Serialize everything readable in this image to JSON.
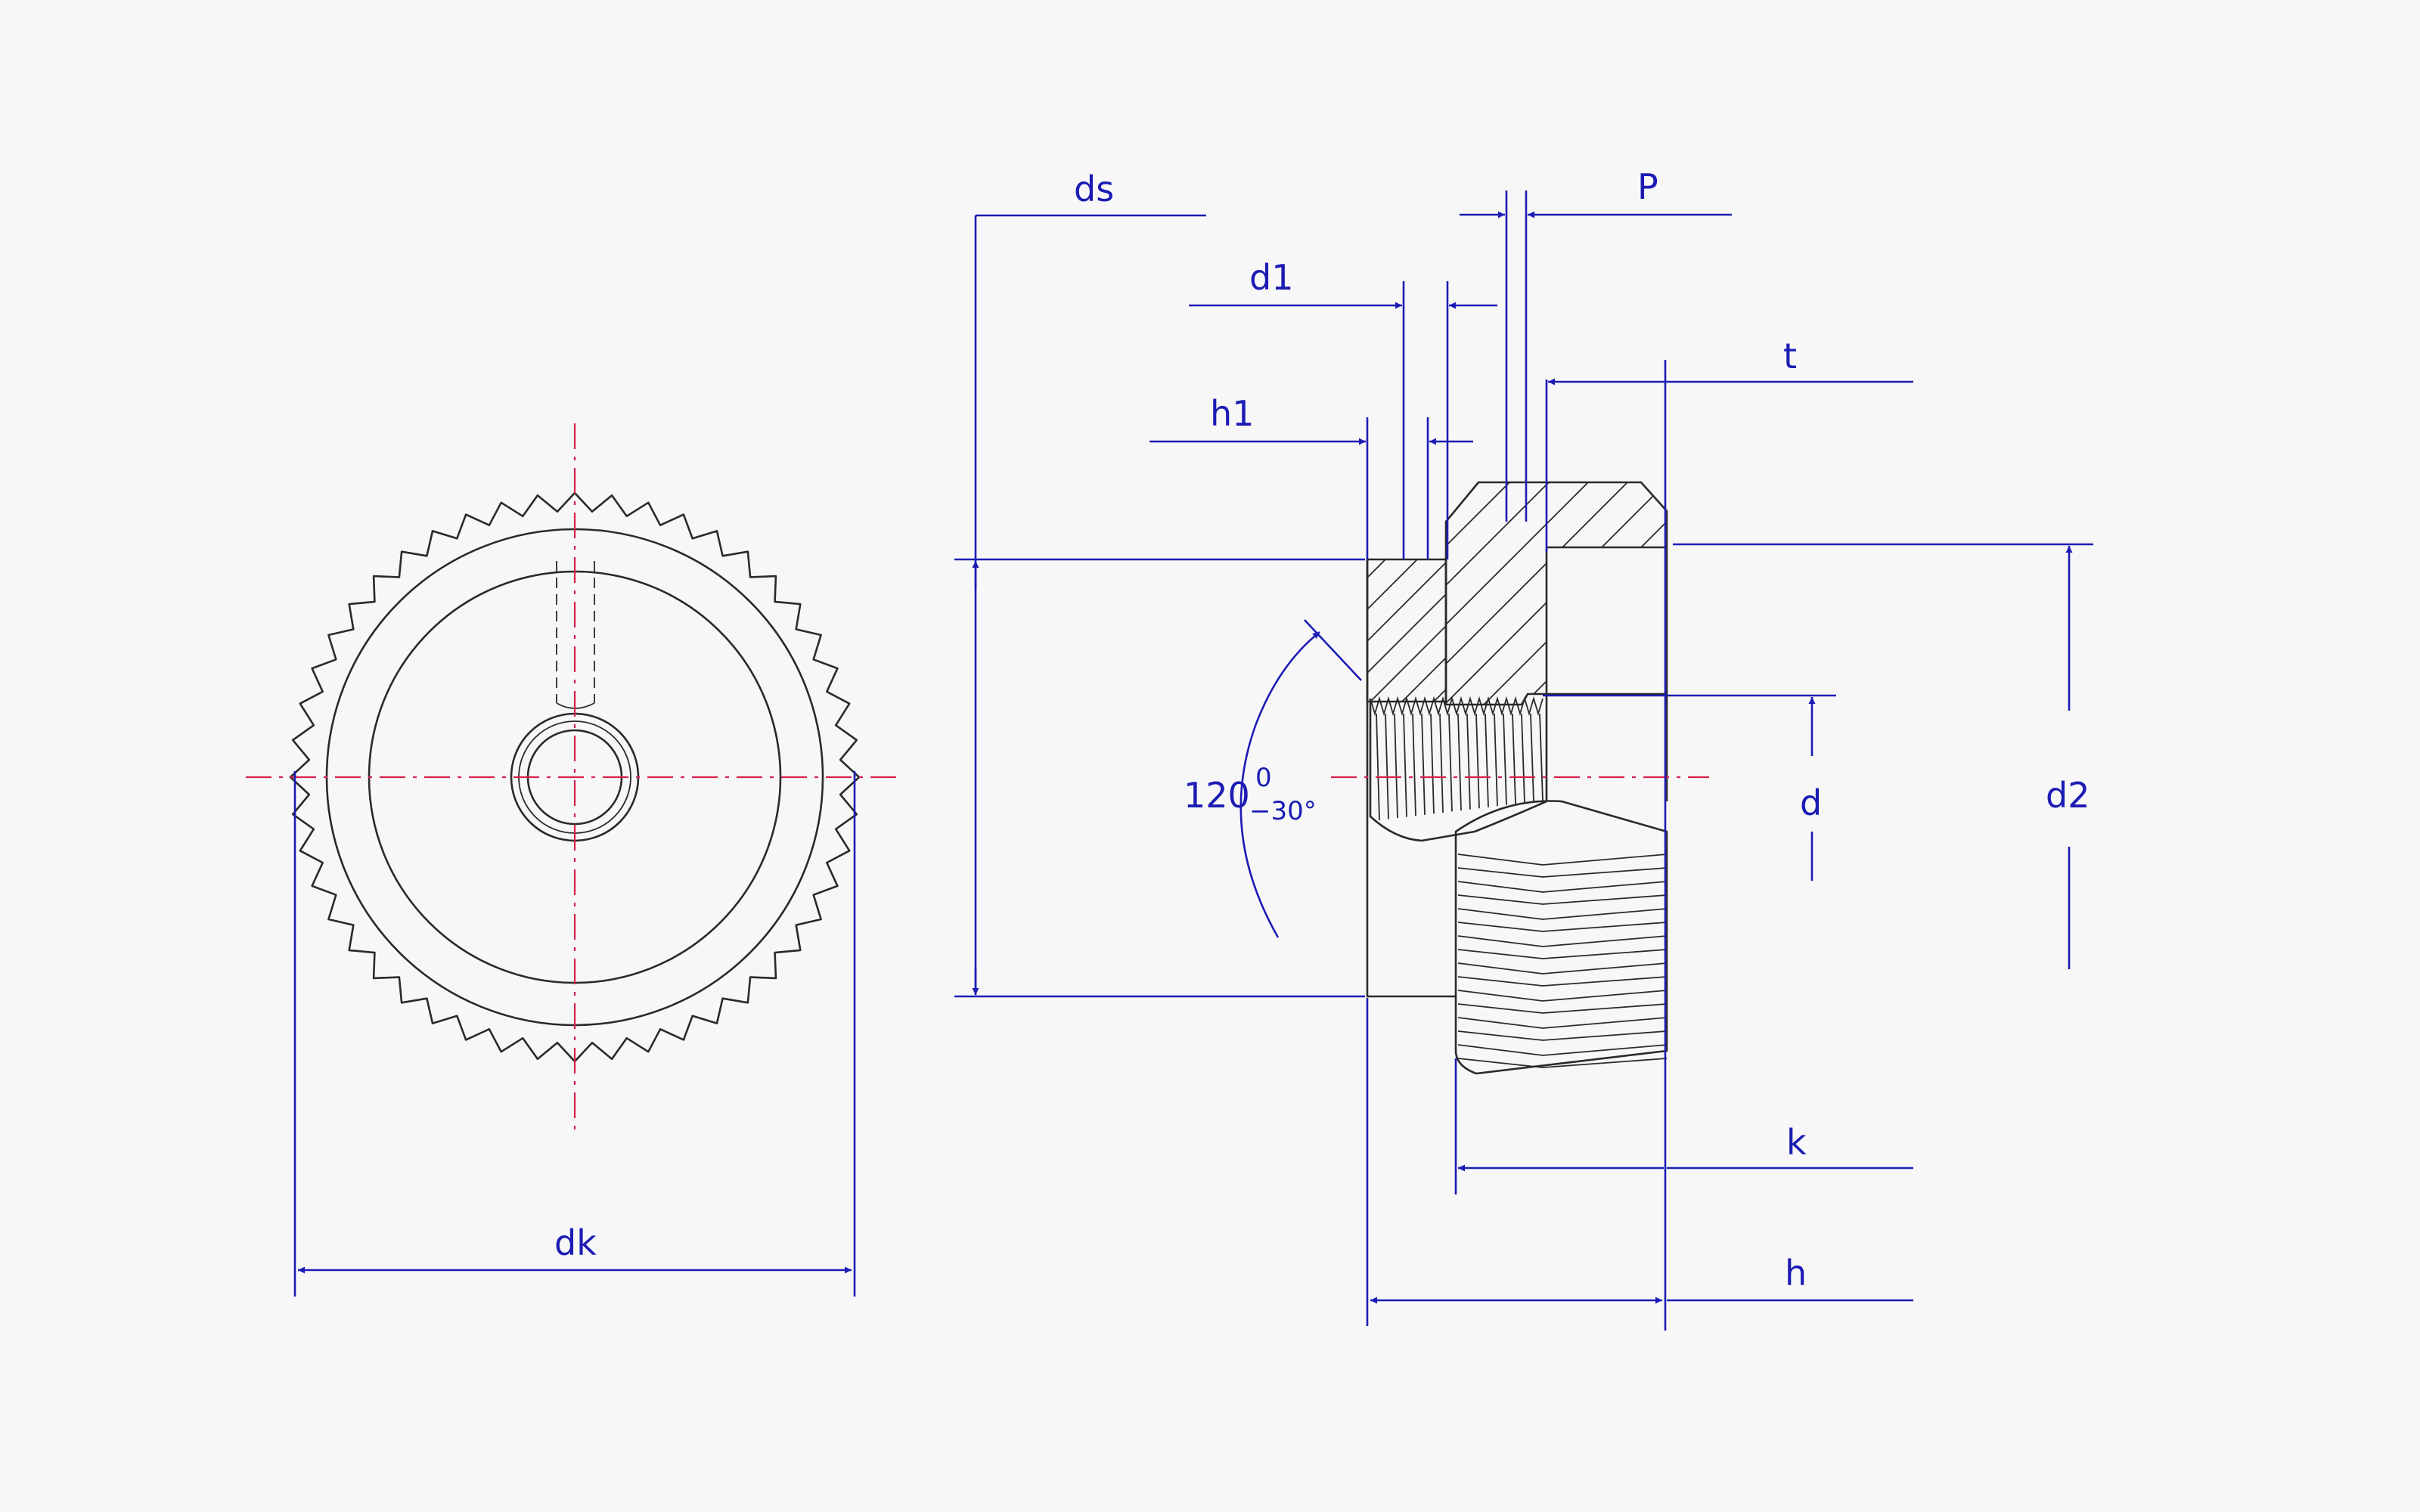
{
  "labels": {
    "ds": "ds",
    "d1": "d1",
    "p": "P",
    "t": "t",
    "h1": "h1",
    "angle": "120",
    "angle_upper": "0",
    "angle_lower": "−30°",
    "d": "d",
    "d2": "d2",
    "k": "k",
    "h": "h",
    "dk": "dk"
  },
  "colors": {
    "dimension": "#1c1cb4",
    "centerline": "#d6204a",
    "outline": "#2a2a2a",
    "background": "#f7f7f8"
  }
}
